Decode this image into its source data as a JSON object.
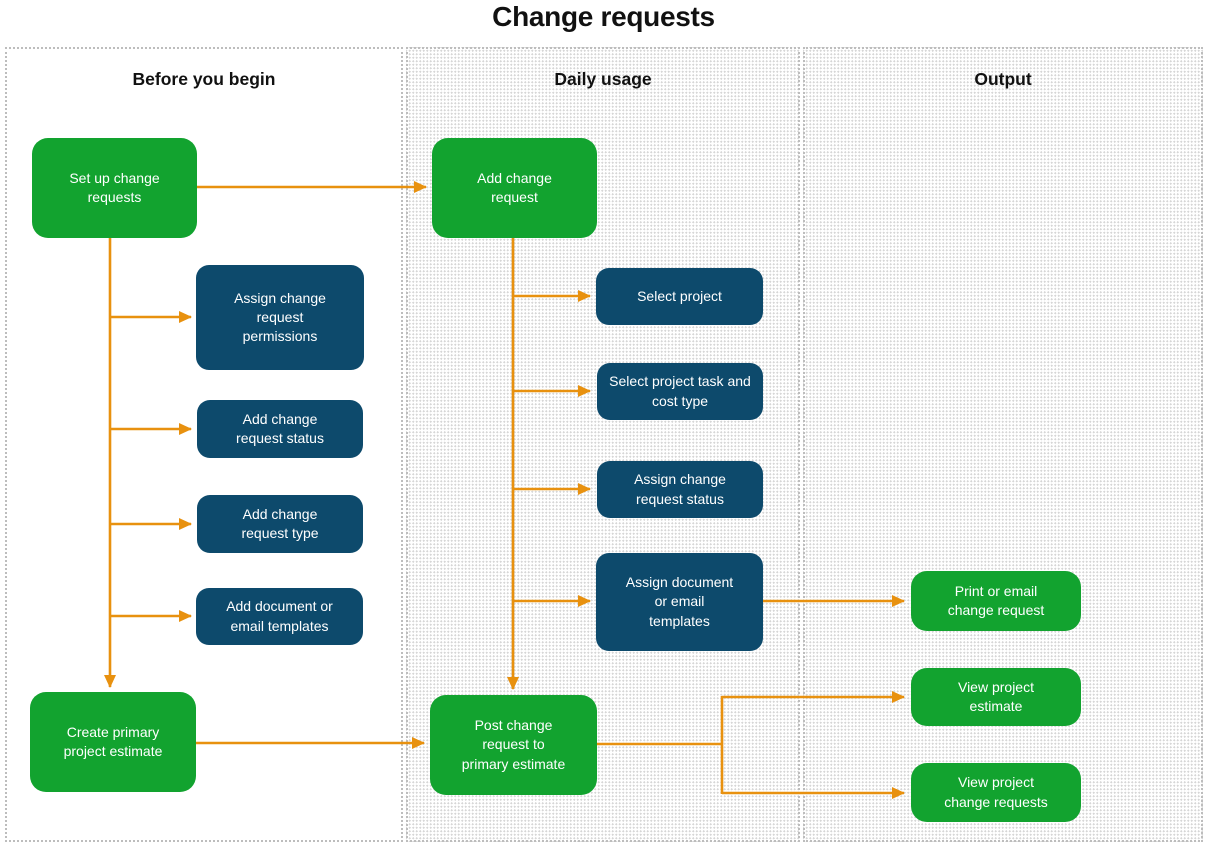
{
  "title": "Change requests",
  "colors": {
    "green": "#12A32F",
    "navy": "#0D4A6C",
    "orange": "#E8910F",
    "ink": "#111111",
    "colborder": "#BDBDBD",
    "stipple": "#D6D6D6"
  },
  "columns": [
    {
      "header": "Before you begin"
    },
    {
      "header": "Daily usage"
    },
    {
      "header": "Output"
    }
  ],
  "nodes": [
    {
      "label": "Set up change requests",
      "type": "start"
    },
    {
      "label": "Assign change request permissions",
      "type": "step"
    },
    {
      "label": "Add change request status",
      "type": "step"
    },
    {
      "label": "Add change request type",
      "type": "step"
    },
    {
      "label": "Add document or email templates",
      "type": "step"
    },
    {
      "label": "Create primary project estimate",
      "type": "start"
    },
    {
      "label": "Add change request",
      "type": "start"
    },
    {
      "label": "Select project",
      "type": "step"
    },
    {
      "label": "Select project task and cost type",
      "type": "step"
    },
    {
      "label": "Assign change request status",
      "type": "step"
    },
    {
      "label": "Assign document or email templates",
      "type": "step"
    },
    {
      "label": "Post change request to primary estimate",
      "type": "start"
    },
    {
      "label": "Print or email change request",
      "type": "output"
    },
    {
      "label": "View project estimate",
      "type": "output"
    },
    {
      "label": "View project change requests",
      "type": "output"
    }
  ]
}
